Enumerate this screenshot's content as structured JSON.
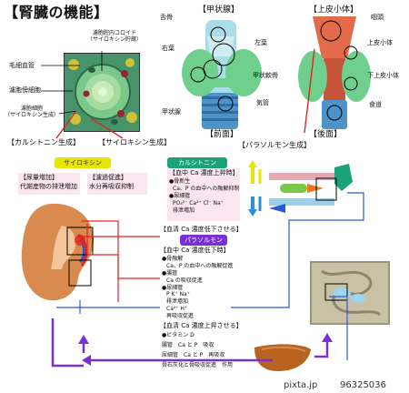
{
  "page_title": "【腎臓の機能】",
  "histology": {
    "labels": {
      "colloid": "濾胞腔内コロイド\n（サイロキシン貯蔵）",
      "capillary": "毛細血管",
      "parafollicular": "濾胞傍細胞",
      "follicular": "濾胞細胞\n（サイロキシン生成）"
    },
    "caption_left": "【カルシトニン生成】",
    "caption_right": "【サイロキシン生成】"
  },
  "thyroid": {
    "title": "【甲状腺】",
    "labels": {
      "tongue": "舌骨",
      "right_lobe": "右葉",
      "left_lobe": "左葉",
      "cartilage": "甲状軟骨",
      "thyroid": "甲状腺",
      "trachea": "気管"
    },
    "caption": "【前面】"
  },
  "parathyroid": {
    "title": "【上皮小体】",
    "labels": {
      "pharynx": "咽頭",
      "upper": "上皮小体",
      "lower": "下上皮小体",
      "esophagus": "食道"
    },
    "caption_bottom": "【後面】",
    "caption_hormone": "【パラソルモン生成】"
  },
  "hormones": {
    "thyroxine": "サイロキシン",
    "calcitonin": "カルシトニン"
  },
  "thyroxine_effects": {
    "left_title": "【尿量増加】",
    "left_text": "代謝産物の排泄増加",
    "right_title": "【濾過促進】",
    "right_text": "水分再吸収抑制"
  },
  "calcitonin_effects": {
    "header": "【血中 Ca 濃度上昇時】",
    "items": [
      "●骨新生",
      "Ca、P の血中への融解抑制",
      "●尿細管",
      "PO₄²⁻ Ca²⁺ Cl⁻ Na⁺",
      "排泄増加"
    ]
  },
  "pth_effects": {
    "header_a": "【血清 Ca 濃度低下させる】",
    "pill_a": "パラソルモン",
    "header_b": "【血中 Ca 濃度低下時】",
    "items": [
      "●骨融解",
      "Ca、P の血中への融解促進",
      "●腸管",
      "Ca の吸収促進",
      "●尿細管",
      "P  K⁺ Na⁺",
      "排泄増加",
      "Ca²⁺ H⁺",
      "再吸収促進"
    ]
  },
  "vitd_effects": {
    "header": "【血清 Ca 濃度上昇させる】",
    "items": [
      "●ビタミン D",
      "腸管　Ca と P　吸収",
      "尿細管　Ca と P　再吸収",
      "骨石灰化と骨吸収促進　作用"
    ]
  },
  "watermark": {
    "site": "pixta.jp",
    "id": "96325036"
  },
  "colors": {
    "thyroxine": "#e6e600",
    "calcitonin": "#1aa37a",
    "parathormone": "#7a2fd6",
    "connector_red": "#e02424",
    "connector_blue": "#2a5ad8"
  }
}
